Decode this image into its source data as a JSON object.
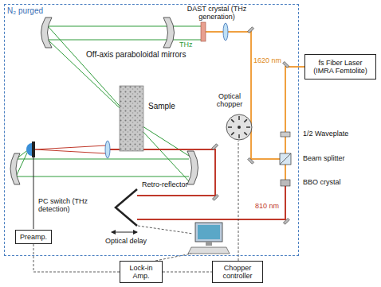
{
  "diagram": {
    "nodes": [
      {
        "text": [
          "N₂ purged"
        ]
      },
      {
        "text": [
          "fs Fiber Laser (IMRA Femtolite)"
        ]
      },
      {
        "text": [
          "Preamp."
        ],
        "in": 0
      },
      {
        "text": [
          "Lock-in Amp."
        ]
      },
      {
        "text": [
          "Chopper controller"
        ]
      }
    ],
    "edges": [
      {
        "from": 2,
        "to": 3,
        "arrow": "none"
      },
      {
        "from": 3,
        "to": 4,
        "arrow": "none"
      }
    ],
    "labels": [
      "DAST crystal (THz generation)",
      "Off-axis paraboloidal mirrors",
      "THz",
      "Sample",
      "Optical chopper",
      "1620 nm",
      "1/2 Waveplate",
      "Beam splitter",
      "BBO crystal",
      "810 nm",
      "PC switch (THz detection)",
      "Retro-reflector",
      "Optical delay"
    ]
  }
}
